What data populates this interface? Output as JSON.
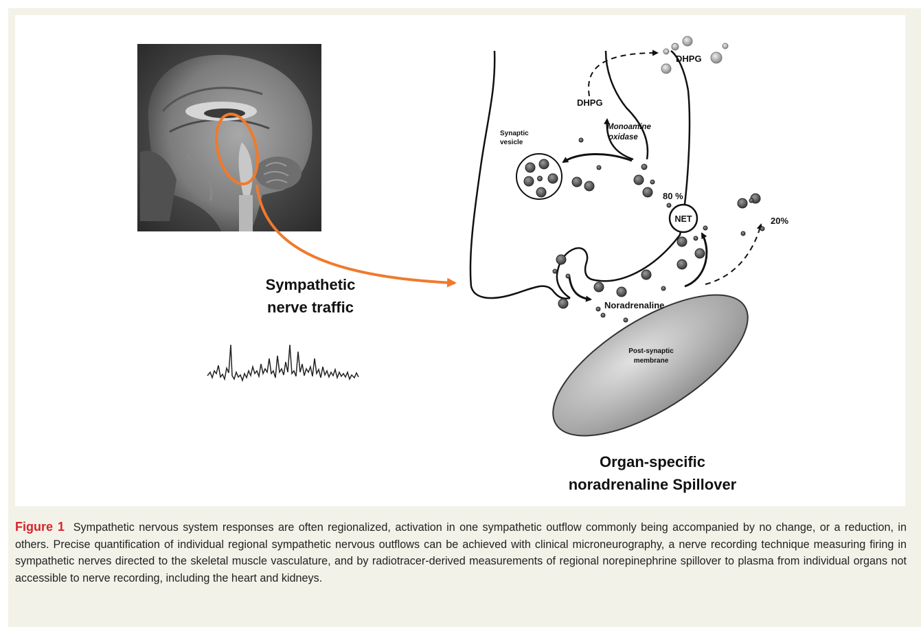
{
  "figure": {
    "label": "Figure 1",
    "caption": "Sympathetic nervous system responses are often regionalized, activation in one sympathetic outflow commonly being accompanied by no change, or a reduction, in others. Precise quantification of individual regional sympathetic nervous outflows can be achieved with clinical microneurography, a nerve recording technique measuring firing in sympathetic nerves directed to the skeletal muscle vasculature, and by radiotracer-derived measurements of regional norepinephrine spillover to plasma from individual organs not accessible to nerve recording, including the heart and kidneys."
  },
  "left_panel": {
    "title_line1": "Sympathetic",
    "title_line2": "nerve traffic"
  },
  "synapse": {
    "dhpg_outside": "DHPG",
    "dhpg_inside": "DHPG",
    "monoamine_oxidase_line1": "Monoamine",
    "monoamine_oxidase_line2": "oxidase",
    "synaptic_vesicle_line1": "Synaptic",
    "synaptic_vesicle_line2": "vesicle",
    "reuptake_percent": "80 %",
    "spill_percent": "20%",
    "net_label": "NET",
    "noradrenaline_label": "Noradrenaline",
    "postsynaptic_line1": "Post-synaptic",
    "postsynaptic_line2": "membrane",
    "bottom_title_line1": "Organ-specific",
    "bottom_title_line2": "noradrenaline Spillover"
  },
  "colors": {
    "highlight": "#f07a2c",
    "figure_label": "#d8242b",
    "panel_bg": "#f2f2e9"
  }
}
